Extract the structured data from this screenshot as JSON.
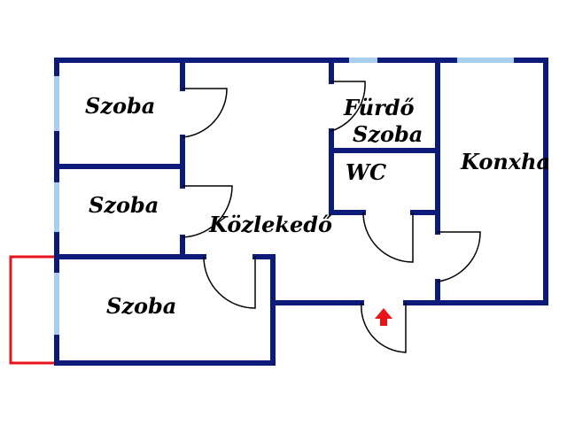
{
  "floor_plan": {
    "rooms": {
      "szoba_top": "Szoba",
      "szoba_mid": "Szoba",
      "szoba_bottom": "Szoba",
      "furdo_line1": "Fürdő",
      "furdo_line2": "Szoba",
      "wc": "WC",
      "konyha": "Konxha",
      "kozlekedo": "Közlekedő"
    },
    "colors": {
      "wall": "#0c1a7a",
      "window": "#a9cfee",
      "balcony": "#e8141a",
      "entrance_arrow": "#e8141a"
    },
    "icons": {
      "entrance": "entrance-arrow-icon"
    }
  }
}
